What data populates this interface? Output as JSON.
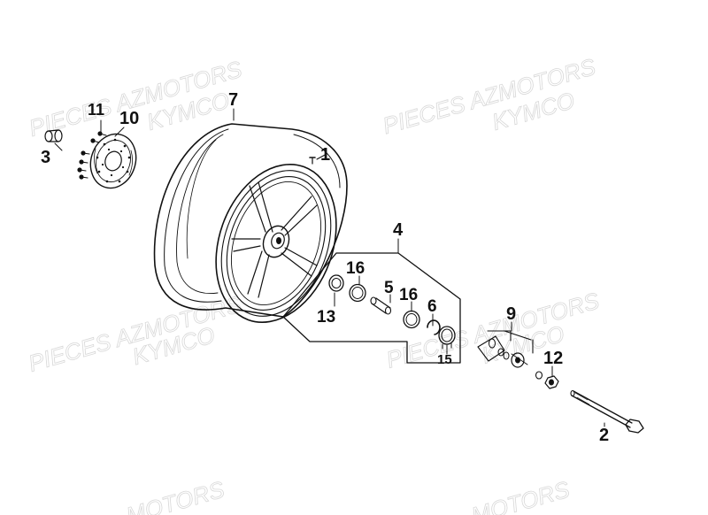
{
  "watermarks": {
    "line1": "PIECES AZMOTORS",
    "line2": "KYMCO",
    "bottom": "MOTORS"
  },
  "callouts": {
    "p1": "1",
    "p2": "2",
    "p3": "3",
    "p4": "4",
    "p5": "5",
    "p6": "6",
    "p7": "7",
    "p9": "9",
    "p10": "10",
    "p11": "11",
    "p12": "12",
    "p13": "13",
    "p15": "15",
    "p16a": "16",
    "p16b": "16"
  }
}
